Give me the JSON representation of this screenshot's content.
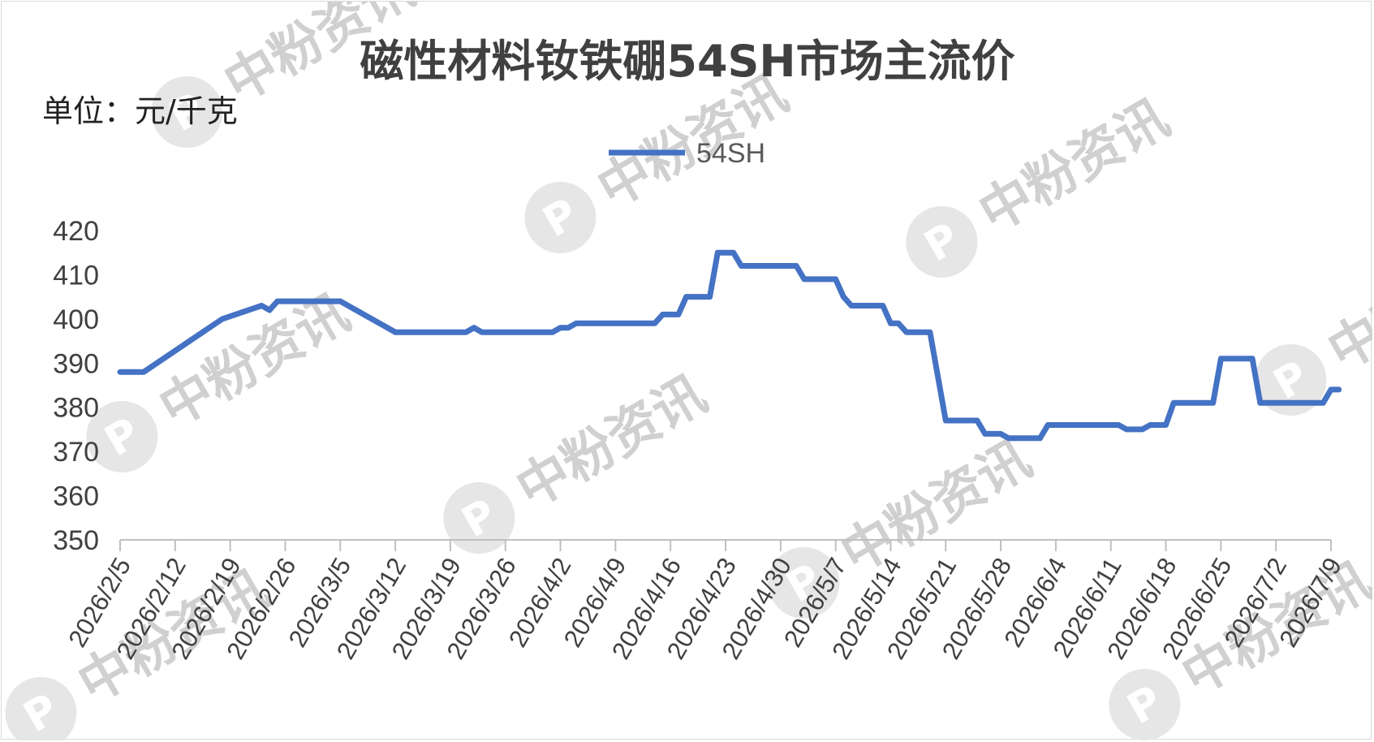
{
  "chart_data": {
    "type": "line",
    "title": "磁性材料钕铁硼54SH市场主流价",
    "unit_label": "单位：元/千克",
    "watermark": "中粉资讯",
    "colors": {
      "series": "#4472c4",
      "axis": "#bfbfbf",
      "watermark": "#d0d0d0"
    },
    "legend": {
      "position": "top-center"
    },
    "grid": false,
    "ylim": [
      350,
      420
    ],
    "yticks": [
      "420",
      "410",
      "400",
      "390",
      "380",
      "370",
      "360",
      "350"
    ],
    "xticks": [
      "2026/2/5",
      "2026/2/12",
      "2026/2/19",
      "2026/2/26",
      "2026/3/5",
      "2026/3/12",
      "2026/3/19",
      "2026/3/26",
      "2026/4/2",
      "2026/4/9",
      "2026/4/16",
      "2026/4/23",
      "2026/4/30",
      "2026/5/7",
      "2026/5/14",
      "2026/5/21",
      "2026/5/28",
      "2026/6/4",
      "2026/6/11",
      "2026/6/18",
      "2026/6/25",
      "2026/7/2",
      "2026/7/9"
    ],
    "series": [
      {
        "name": "54SH",
        "points": [
          [
            "2026/2/5",
            388
          ],
          [
            "2026/2/8",
            388
          ],
          [
            "2026/2/18",
            400
          ],
          [
            "2026/2/23",
            403
          ],
          [
            "2026/2/24",
            402
          ],
          [
            "2026/2/25",
            404
          ],
          [
            "2026/3/5",
            404
          ],
          [
            "2026/3/12",
            397
          ],
          [
            "2026/3/21",
            397
          ],
          [
            "2026/3/22",
            398
          ],
          [
            "2026/3/23",
            397
          ],
          [
            "2026/4/1",
            397
          ],
          [
            "2026/4/2",
            398
          ],
          [
            "2026/4/3",
            398
          ],
          [
            "2026/4/4",
            399
          ],
          [
            "2026/4/14",
            399
          ],
          [
            "2026/4/15",
            401
          ],
          [
            "2026/4/17",
            401
          ],
          [
            "2026/4/18",
            405
          ],
          [
            "2026/4/21",
            405
          ],
          [
            "2026/4/22",
            415
          ],
          [
            "2026/4/24",
            415
          ],
          [
            "2026/4/25",
            412
          ],
          [
            "2026/5/2",
            412
          ],
          [
            "2026/5/3",
            409
          ],
          [
            "2026/5/7",
            409
          ],
          [
            "2026/5/8",
            405
          ],
          [
            "2026/5/9",
            403
          ],
          [
            "2026/5/13",
            403
          ],
          [
            "2026/5/14",
            399
          ],
          [
            "2026/5/15",
            399
          ],
          [
            "2026/5/16",
            397
          ],
          [
            "2026/5/19",
            397
          ],
          [
            "2026/5/21",
            377
          ],
          [
            "2026/5/25",
            377
          ],
          [
            "2026/5/26",
            374
          ],
          [
            "2026/5/28",
            374
          ],
          [
            "2026/5/29",
            373
          ],
          [
            "2026/6/2",
            373
          ],
          [
            "2026/6/3",
            376
          ],
          [
            "2026/6/12",
            376
          ],
          [
            "2026/6/13",
            375
          ],
          [
            "2026/6/15",
            375
          ],
          [
            "2026/6/16",
            376
          ],
          [
            "2026/6/18",
            376
          ],
          [
            "2026/6/19",
            381
          ],
          [
            "2026/6/24",
            381
          ],
          [
            "2026/6/25",
            391
          ],
          [
            "2026/6/29",
            391
          ],
          [
            "2026/6/30",
            381
          ],
          [
            "2026/7/8",
            381
          ],
          [
            "2026/7/9",
            384
          ],
          [
            "2026/7/10",
            384
          ]
        ]
      }
    ]
  }
}
